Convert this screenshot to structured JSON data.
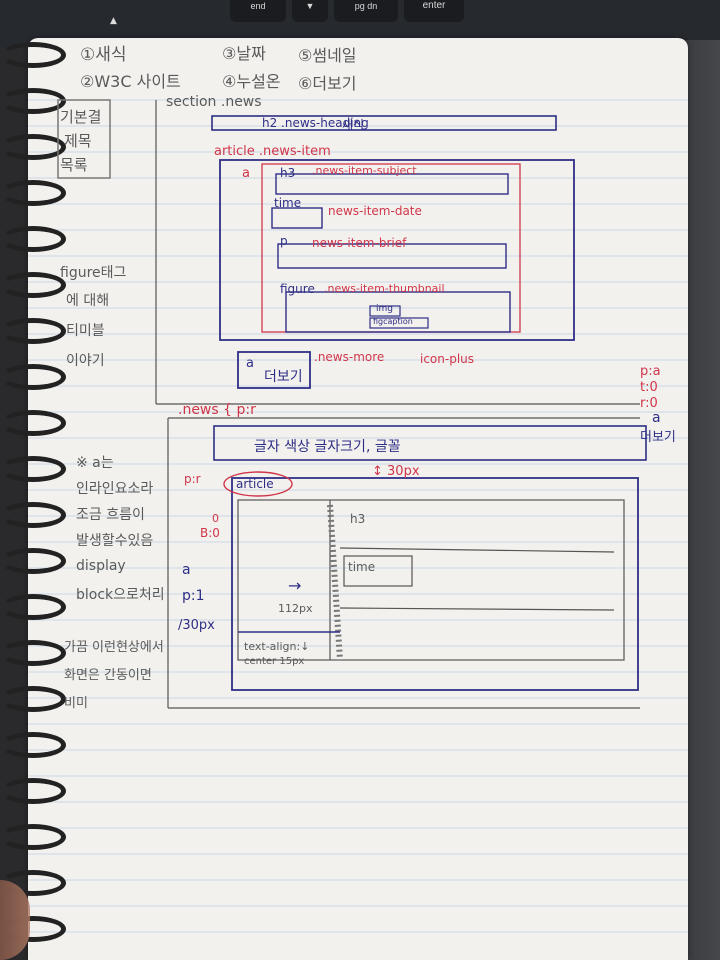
{
  "keyboard": {
    "keys": [
      "end",
      "▼",
      "pg dn",
      "enter"
    ],
    "arrow": "▲"
  },
  "notes": {
    "list": {
      "n1": "①새식",
      "n2": "②W3C 사이트",
      "n3": "③날짜",
      "n4": "④누설온",
      "n5": "⑤썸네일",
      "n6": "⑥더보기"
    },
    "left_box": [
      "기본결",
      "제목",
      "목록"
    ],
    "section_label": "section .news",
    "h2_label": "h2 .news-heading",
    "h2_text": "새식",
    "article_label": "article .news-item",
    "a_label": "a",
    "h3_label": "h3",
    "h3_class": ".news-item-subject",
    "time_label": "time",
    "time_class": "news-item-date",
    "p_label": "p",
    "p_class": "news-item-brief",
    "figure_label": "figure",
    "figure_class": ".news-item-thumbnail",
    "img_label": "img",
    "figcaption_label": "figcaption",
    "more_a": "a",
    "more_text": "더보기",
    "more_class": ".news-more",
    "icon_class": "icon-plus",
    "left_figure": [
      "figure태그",
      "에 대해",
      "티미블",
      "이야기"
    ],
    "right_pos": [
      "p:a",
      "t:0",
      "r:0",
      "a",
      "더보기"
    ],
    "news_pr": ".news { p:r",
    "font_box": "글자 색상 글자크기, 글꼴",
    "gap": "↕ 30px",
    "pr": "p:r",
    "article2": "article",
    "b0": [
      "0",
      "B:0"
    ],
    "h3_2": "h3",
    "time_2": "time",
    "a_left": [
      "a",
      "p:1"
    ],
    "px30": "/30px",
    "arrow_112": "→",
    "px112": "112px",
    "text_align": "text-align:↓",
    "center_15": "center 15px",
    "left_notes": [
      "※ a는",
      "인라인요소라",
      "조금 흐름이",
      "발생할수있음",
      "display",
      "block으로처리"
    ],
    "bottom_notes": [
      "가끔 이런현상에서",
      "화면은 간동이면",
      "비미"
    ]
  }
}
